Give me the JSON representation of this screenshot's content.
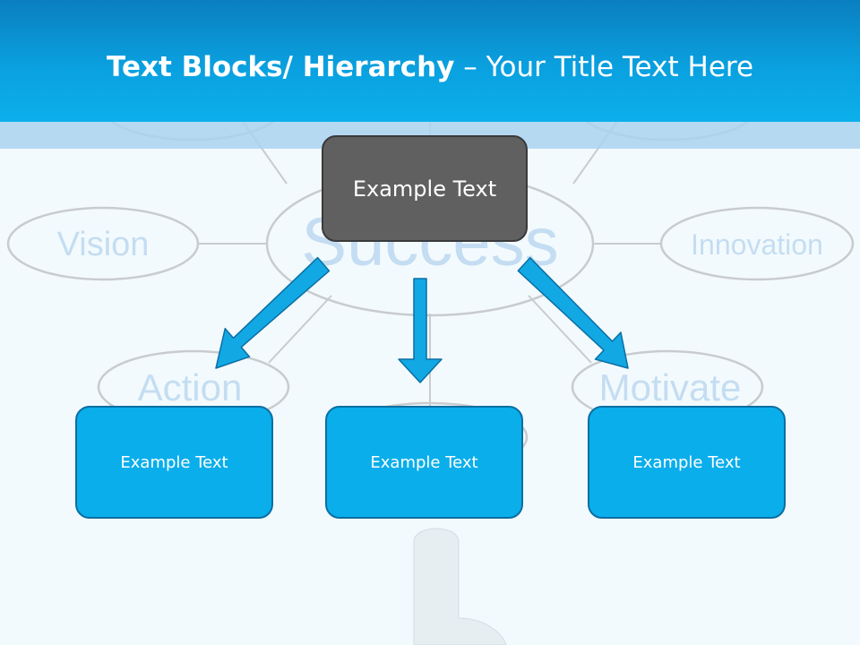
{
  "title": {
    "bold": "Text Blocks/ Hierarchy",
    "rest": " – Your Title Text Here"
  },
  "top_box": {
    "label": "Example Text"
  },
  "children": [
    {
      "label": "Example Text"
    },
    {
      "label": "Example Text"
    },
    {
      "label": "Example Text"
    }
  ],
  "background_words": {
    "center": "Success",
    "left": "Vision",
    "right": "Innovation",
    "lower_left": "Action",
    "lower_right": "Motivate"
  },
  "colors": {
    "header": "#0aa0df",
    "top_box": "#606060",
    "child_box": "#0aaeeb",
    "arrow": "#12a8e4"
  }
}
